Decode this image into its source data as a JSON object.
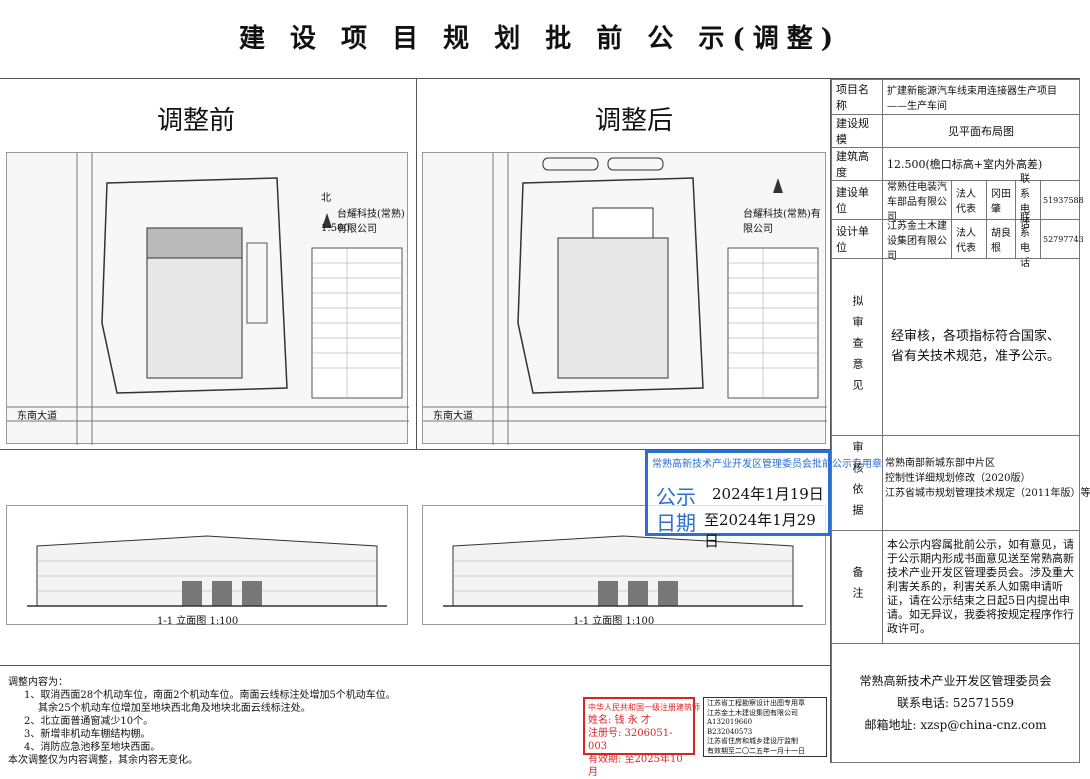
{
  "title": "建 设 项 目 规 划 批 前 公 示(调整)",
  "before_heading": "调整前",
  "after_heading": "调整后",
  "drawing_labels": {
    "road": "东南大道",
    "north": "北",
    "scale": "1:500",
    "company": "台耀科技(常熟)有限公司",
    "elevation": "1-1 立面图 1:100"
  },
  "info": {
    "rows": [
      {
        "label": "项目名称",
        "value": "扩建新能源汽车线束用连接器生产项目——生产车间"
      },
      {
        "label": "建设规模",
        "value": "见平面布局图"
      },
      {
        "label": "建筑高度",
        "value": "12.500(檐口标高+室内外高差)"
      }
    ],
    "builder": {
      "label": "建设单位",
      "value": "常熟住电装汽车部品有限公司",
      "rep_label": "法人代表",
      "rep": "冈田肇",
      "tel_label": "联系电话",
      "tel": "51937588"
    },
    "designer": {
      "label": "设计单位",
      "value": "江苏金土木建设集团有限公司",
      "rep_label": "法人代表",
      "rep": "胡良根",
      "tel_label": "联系电话",
      "tel": "52797743"
    },
    "review_label": "拟审查意见",
    "review_text": "经审核，各项指标符合国家、省有关技术规范，准予公示。",
    "basis_label": "审核依据",
    "basis": [
      "常熟南部新城东部中片区",
      "控制性详细规划修改（2020版）",
      "江苏省城市规划管理技术规定（2011年版）等"
    ],
    "remarks_label": "备注",
    "remarks_text": "本公示内容属批前公示，如有意见，请于公示期内形成书面意见送至常熟高新技术产业开发区管理委员会。涉及重大利害关系的，利害关系人如需申请听证，请在公示结束之日起5日内提出申请。如无异议，我委将按规定程序作行政许可。",
    "footer_org": "常熟高新技术产业开发区管理委员会",
    "footer_tel": "联系电话: 52571559",
    "footer_email": "邮箱地址: xzsp@china-cnz.com"
  },
  "stamp": {
    "header": "常熟高新技术产业开发区管理委员会批前公示专用章",
    "label1": "公示",
    "date1": "2024年1月19日",
    "label2": "日期",
    "date2": "至2024年1月29日"
  },
  "changes": {
    "heading": "调整内容为：",
    "items": [
      "1、取消西面28个机动车位，南面2个机动车位。南面云线标注处增加5个机动车位。",
      "其余25个机动车位增加至地块西北角及地块北面云线标注处。",
      "2、北立面普通窗减少10个。",
      "3、新增非机动车棚结构棚。",
      "4、消防应急池移至地块西面。",
      "本次调整仅为内容调整，其余内容无变化。"
    ]
  },
  "seal_red": {
    "line1": "中华人民共和国一级注册建筑师",
    "line2": "姓名: 钱 永 才",
    "line3": "注册号: 3206051-003",
    "line4": "有效期: 至2025年10月"
  },
  "seal_box": {
    "line1": "江苏省工程勘察设计出图专用章",
    "line2": "江苏金土木建设集团有限公司",
    "line3": "A132019660",
    "line4": "B232040573",
    "line5": "江苏省住房和城乡建设厅监制",
    "line6": "有效期至二〇二五年一月十一日"
  }
}
